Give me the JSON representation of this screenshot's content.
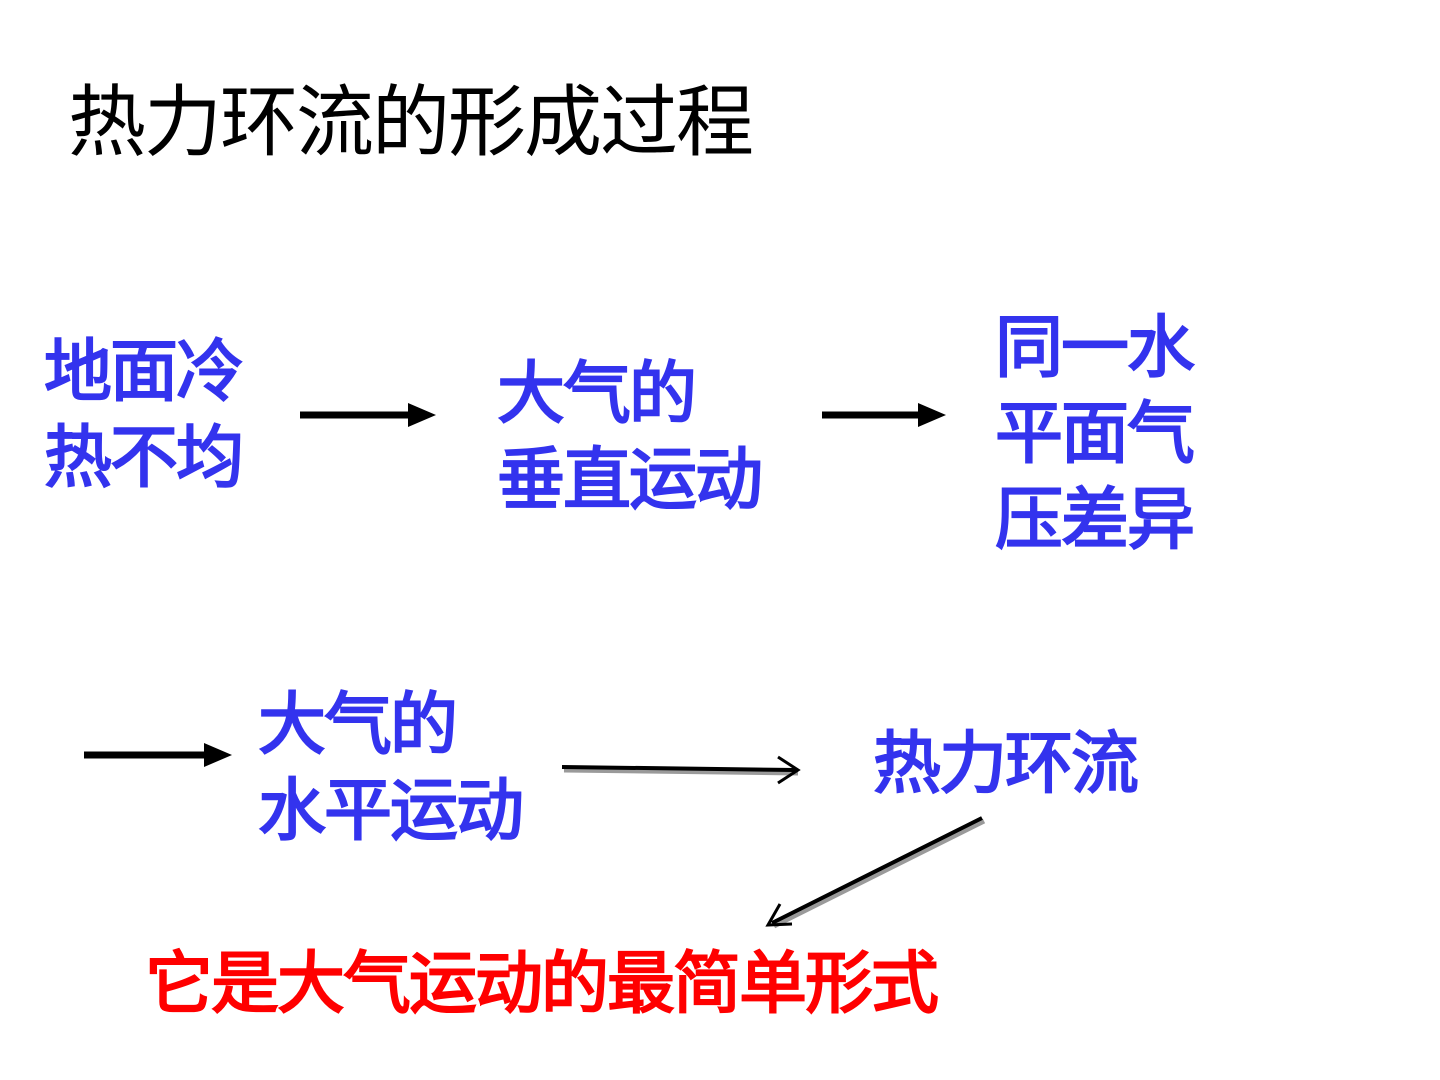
{
  "title": "热力环流的形成过程",
  "nodes": {
    "uneven_heating": [
      "地面冷",
      "热不均"
    ],
    "vertical_motion": [
      "大气的",
      "垂直运动"
    ],
    "pressure_difference": [
      "同一水",
      "平面气",
      "压差异"
    ],
    "horizontal_motion": [
      "大气的",
      "水平运动"
    ],
    "thermal_circulation": [
      "热力环流"
    ]
  },
  "conclusion": "它是大气运动的最简单形式",
  "colors": {
    "title": "#000000",
    "node_text": "#3333ee",
    "conclusion_text": "#ff0000",
    "arrow": "#000000"
  },
  "icons": [
    "arrow-right-icon",
    "arrow-right-open-icon",
    "arrow-down-left-icon"
  ]
}
